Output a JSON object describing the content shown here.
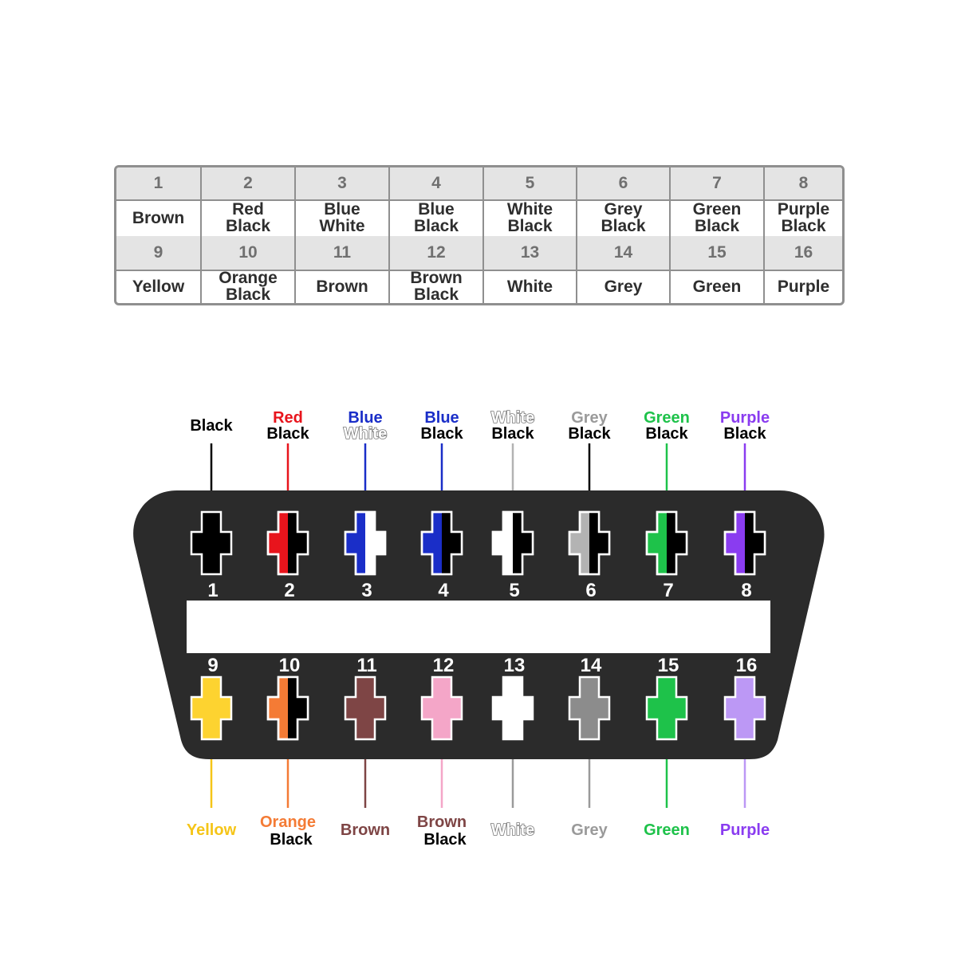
{
  "table": {
    "rows": [
      {
        "numbers": [
          "1",
          "2",
          "3",
          "4",
          "5",
          "6",
          "7",
          "8"
        ],
        "colors": [
          "Brown",
          "Red\nBlack",
          "Blue\nWhite",
          "Blue\nBlack",
          "White\nBlack",
          "Grey\nBlack",
          "Green\nBlack",
          "Purple\nBlack"
        ]
      },
      {
        "numbers": [
          "9",
          "10",
          "11",
          "12",
          "13",
          "14",
          "15",
          "16"
        ],
        "colors": [
          "Yellow",
          "Orange\nBlack",
          "Brown",
          "Brown\nBlack",
          "White",
          "Grey",
          "Green",
          "Purple"
        ]
      }
    ]
  },
  "connector": {
    "body_color": "#2b2b2b",
    "pins": [
      {
        "number": "1",
        "label_color": "Black",
        "label_stripe": "",
        "main": "#000000",
        "stripe": null
      },
      {
        "number": "2",
        "label_color": "Red",
        "label_stripe": "Black",
        "main": "#e8141c",
        "stripe": "#000000"
      },
      {
        "number": "3",
        "label_color": "Blue",
        "label_stripe": "White",
        "main": "#1a2ec8",
        "stripe": "#ffffff"
      },
      {
        "number": "4",
        "label_color": "Blue",
        "label_stripe": "Black",
        "main": "#1a2ec8",
        "stripe": "#000000"
      },
      {
        "number": "5",
        "label_color": "White",
        "label_stripe": "Black",
        "main": "#ffffff",
        "stripe": "#000000"
      },
      {
        "number": "6",
        "label_color": "Grey",
        "label_stripe": "Black",
        "main": "#b3b3b3",
        "stripe": "#000000"
      },
      {
        "number": "7",
        "label_color": "Green",
        "label_stripe": "Black",
        "main": "#1ec24a",
        "stripe": "#000000"
      },
      {
        "number": "8",
        "label_color": "Purple",
        "label_stripe": "Black",
        "main": "#8a3cf0",
        "stripe": "#000000"
      },
      {
        "number": "9",
        "label_color": "Yellow",
        "label_stripe": "",
        "main": "#fdd330",
        "stripe": null
      },
      {
        "number": "10",
        "label_color": "Orange",
        "label_stripe": "Black",
        "main": "#f47b35",
        "stripe": "#000000"
      },
      {
        "number": "11",
        "label_color": "Brown",
        "label_stripe": "",
        "main": "#7e4545",
        "stripe": null
      },
      {
        "number": "12",
        "label_color": "Brown",
        "label_stripe": "Black",
        "main": "#f4a6c8",
        "stripe": null
      },
      {
        "number": "13",
        "label_color": "White",
        "label_stripe": "",
        "main": "#ffffff",
        "stripe": null
      },
      {
        "number": "14",
        "label_color": "Grey",
        "label_stripe": "",
        "main": "#8c8c8c",
        "stripe": null
      },
      {
        "number": "15",
        "label_color": "Green",
        "label_stripe": "",
        "main": "#1ec24a",
        "stripe": null
      },
      {
        "number": "16",
        "label_color": "Purple",
        "label_stripe": "",
        "main": "#bc98f5",
        "stripe": null
      }
    ],
    "label_text_colors": {
      "Black": "#000000",
      "Red": "#e8141c",
      "Blue": "#1a2ec8",
      "White": "#ffffff",
      "Grey": "#9a9a9a",
      "Green": "#1ec24a",
      "Purple": "#8a3cf0",
      "Yellow": "#f5c518",
      "Orange": "#f47b35",
      "Brown": "#7e4545"
    },
    "wire_colors": [
      "#000000",
      "#e8141c",
      "#1a2ec8",
      "#1a2ec8",
      "#b3b3b3",
      "#000000",
      "#1ec24a",
      "#8a3cf0",
      "#f5c518",
      "#f47b35",
      "#7e4545",
      "#f4a6c8",
      "#9a9a9a",
      "#9a9a9a",
      "#1ec24a",
      "#bc98f5"
    ]
  }
}
